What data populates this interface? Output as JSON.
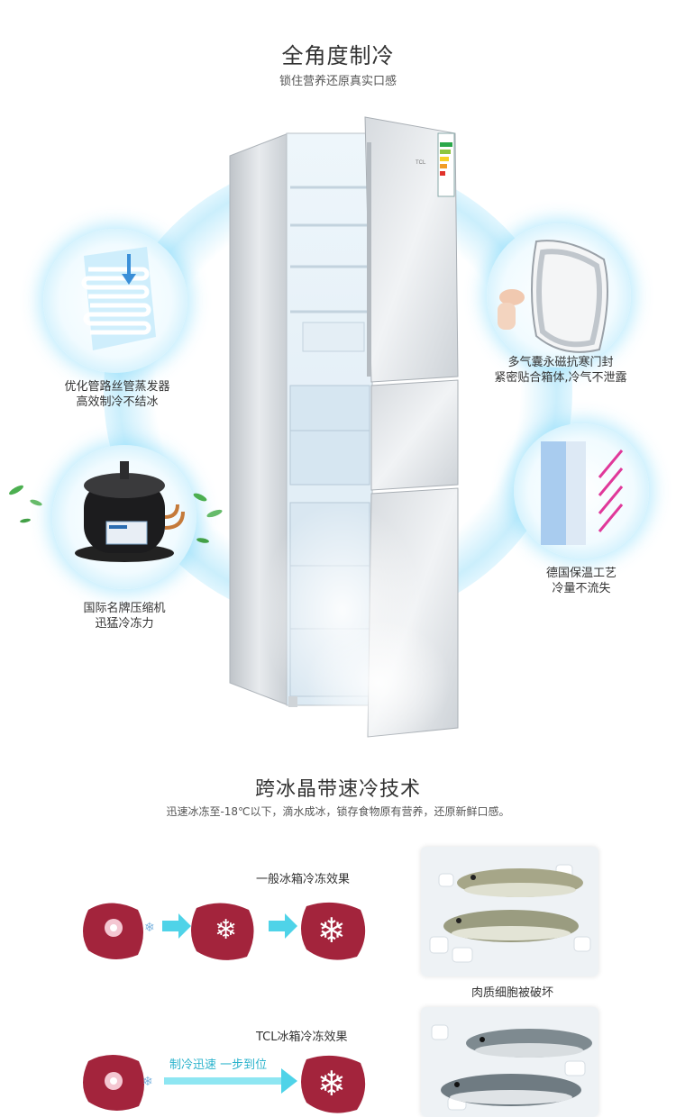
{
  "section1": {
    "title": "全角度制冷",
    "subtitle": "锁住营养还原真实口感",
    "features": [
      {
        "line1": "优化管路丝管蒸发器",
        "line2": "高效制冷不结冰"
      },
      {
        "line1": "国际名牌压缩机",
        "line2": "迅猛冷冻力"
      },
      {
        "line1": "多气囊永磁抗寒门封",
        "line2": "紧密贴合箱体,冷气不泄露"
      },
      {
        "line1": "德国保温工艺",
        "line2": "冷量不流失"
      }
    ],
    "brand_mark": "TCL"
  },
  "section2": {
    "title": "跨冰晶带速冷技术",
    "subtitle": "迅速冰冻至-18℃以下，滴水成冰，锁存食物原有营养，还原新鲜口感。",
    "normal_label": "一般冰箱冷冻效果",
    "normal_caption": "肉质细胞被破坏",
    "tcl_label": "TCL冰箱冷冻效果",
    "tcl_arrow_text": "制冷迅速 一步到位"
  },
  "colors": {
    "accent_cyan": "#4fd3e8",
    "meat_red": "#a3243c",
    "bubble_glow": "#9fe0f8",
    "pink_arrow": "#e0389a"
  }
}
